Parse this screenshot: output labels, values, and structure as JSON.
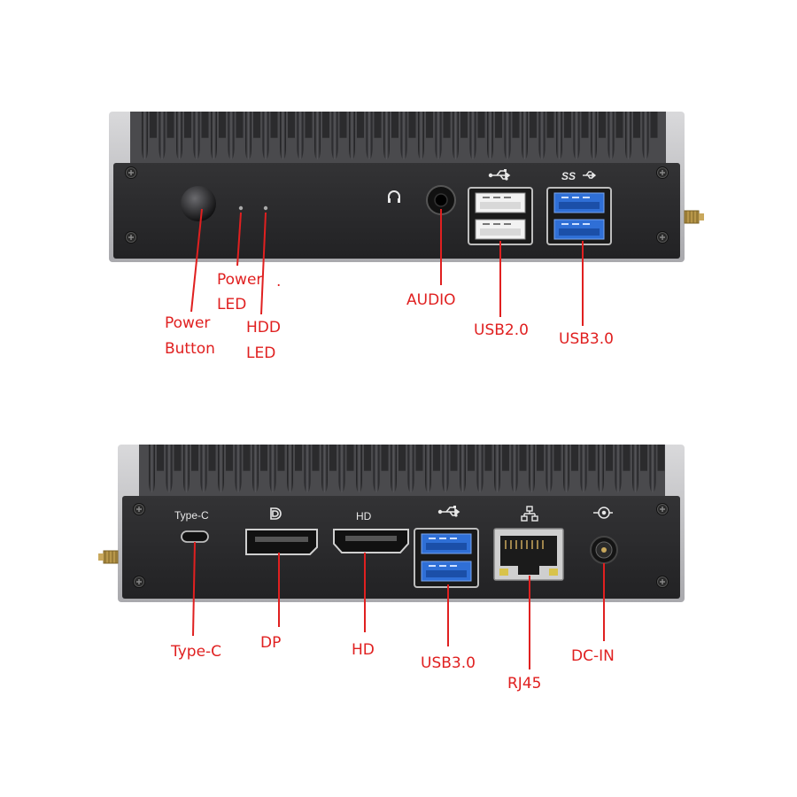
{
  "front_panel": {
    "labels": {
      "power_button": [
        "Power",
        "Button"
      ],
      "power_led": [
        "Power",
        "LED"
      ],
      "power_led_dot": ".",
      "hdd_led": [
        "HDD",
        "LED"
      ],
      "audio": "AUDIO",
      "usb2": "USB2.0",
      "usb3": "USB3.0"
    },
    "icons": [
      "headphone-icon",
      "usb-icon",
      "ss-usb-icon"
    ],
    "ss_text": "SS"
  },
  "rear_panel": {
    "silkscreen": {
      "typec": "Type-C",
      "hd": "HD"
    },
    "labels": {
      "typec": "Type-C",
      "dp": "DP",
      "hd": "HD",
      "usb3": "USB3.0",
      "rj45": "RJ45",
      "dcin": "DC-IN"
    },
    "icons": [
      "displayport-icon",
      "usb-icon",
      "network-icon",
      "dc-power-icon"
    ]
  },
  "colors": {
    "label": "#e02020",
    "chassis": "#2a2a2c",
    "heatsink": "#3a3a3c",
    "usb3_blue": "#2f6fd6"
  }
}
